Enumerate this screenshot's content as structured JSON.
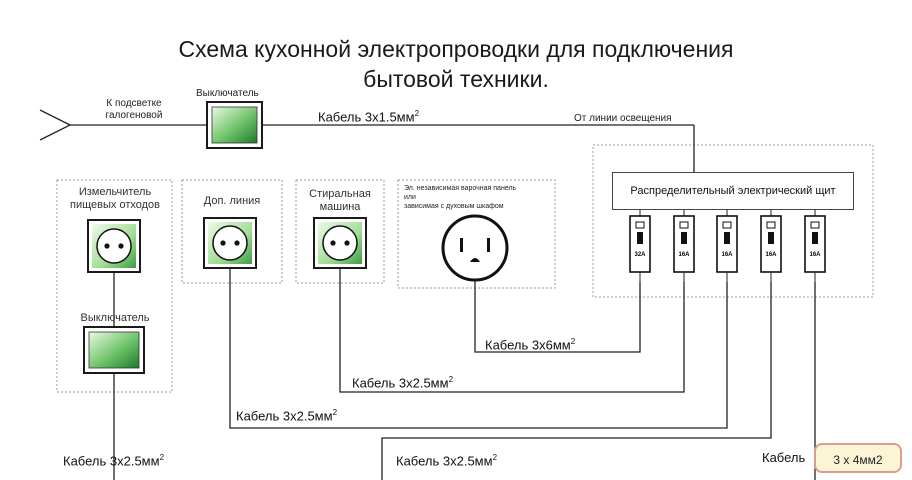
{
  "title": {
    "line1": "Схема кухонной электропроводки для подключения",
    "line2": "бытовой техники."
  },
  "labels": {
    "halogen_line1": "К подсветке",
    "halogen_line2": "галогеновой",
    "switch_top": "Выключатель",
    "from_lighting": "От линии освещения",
    "panel": "Распределительный электрический щит",
    "box_disposer_line1": "Измельчитель",
    "box_disposer_line2": "пищевых отходов",
    "switch_disposer": "Выключатель",
    "box_extra": "Доп. линия",
    "box_washer_line1": "Стиральная",
    "box_washer_line2": "машина",
    "box_hob_line1": "Эл. независимая варочная панель",
    "box_hob_line2": "или",
    "box_hob_line3": "зависимая с духовым шкафом"
  },
  "breakers": [
    "32A",
    "16A",
    "16A",
    "16A",
    "16A"
  ],
  "cables": {
    "top": "Кабель 3х1.5мм",
    "hob": "Кабель 3х6мм",
    "washer": "Кабель 3х2.5мм",
    "extra": "Кабель 3х2.5мм",
    "disposer": "Кабель 3х2.5мм",
    "bottom_mid": "Кабель 3х2.5мм",
    "bottom_right": "Кабель",
    "superscript": "2"
  },
  "badge": "3 х 4мм2",
  "colors": {
    "green_light": "#cdeec0",
    "green_dark": "#2f8f3a",
    "badge_border": "#e39a8c",
    "badge_fill": "#fbf5d6"
  }
}
